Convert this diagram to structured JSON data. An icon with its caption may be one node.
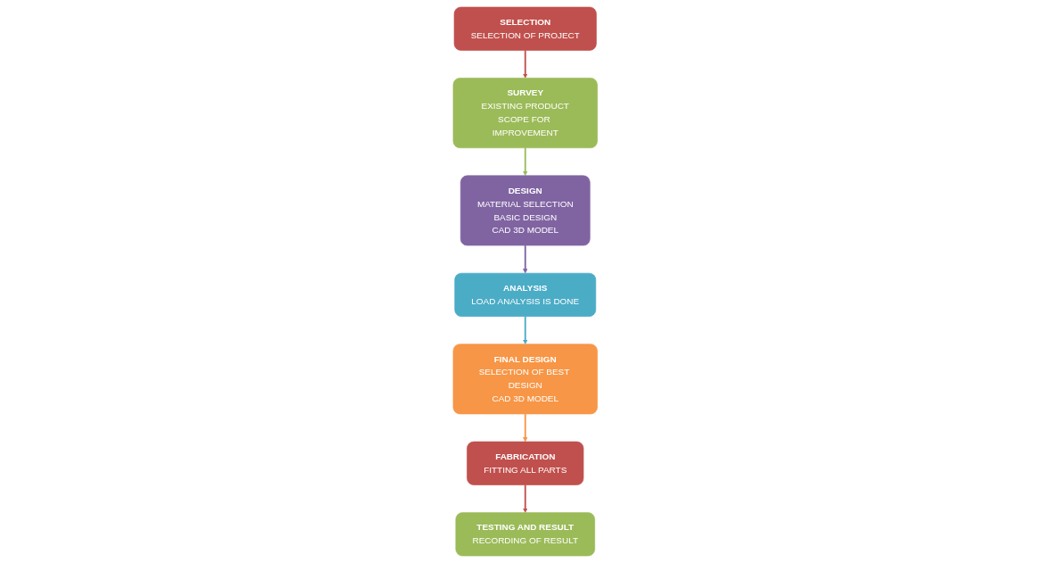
{
  "diagram": {
    "nodes": [
      {
        "text": [
          "SELECTION",
          "SELECTION OF PROJECT"
        ]
      },
      {
        "text": [
          "SURVEY",
          "EXISTING PRODUCT",
          "SCOPE FOR IMPROVEMENT"
        ]
      },
      {
        "text": [
          "DESIGN",
          "MATERIAL SELECTION",
          "BASIC DESIGN",
          "CAD 3D MODEL"
        ]
      },
      {
        "text": [
          "ANALYSIS",
          "LOAD ANALYSIS IS DONE"
        ]
      },
      {
        "text": [
          "FINAL DESIGN",
          "SELECTION OF BEST DESIGN",
          "CAD 3D MODEL"
        ]
      },
      {
        "text": [
          "FABRICATION",
          "FITTING ALL PARTS"
        ]
      },
      {
        "text": [
          "TESTING AND RESULT",
          "RECORDING OF RESULT"
        ]
      }
    ],
    "edges": [
      {
        "from": 0,
        "to": 1,
        "arrow": "to",
        "color": "#c0504d"
      },
      {
        "from": 1,
        "to": 2,
        "arrow": "to",
        "color": "#9bbb59"
      },
      {
        "from": 2,
        "to": 3,
        "arrow": "to",
        "color": "#8064a2"
      },
      {
        "from": 3,
        "to": 4,
        "arrow": "to",
        "color": "#4bacc6"
      },
      {
        "from": 4,
        "to": 5,
        "arrow": "to",
        "color": "#f79646"
      },
      {
        "from": 5,
        "to": 6,
        "arrow": "to",
        "color": "#c0504d"
      }
    ]
  }
}
